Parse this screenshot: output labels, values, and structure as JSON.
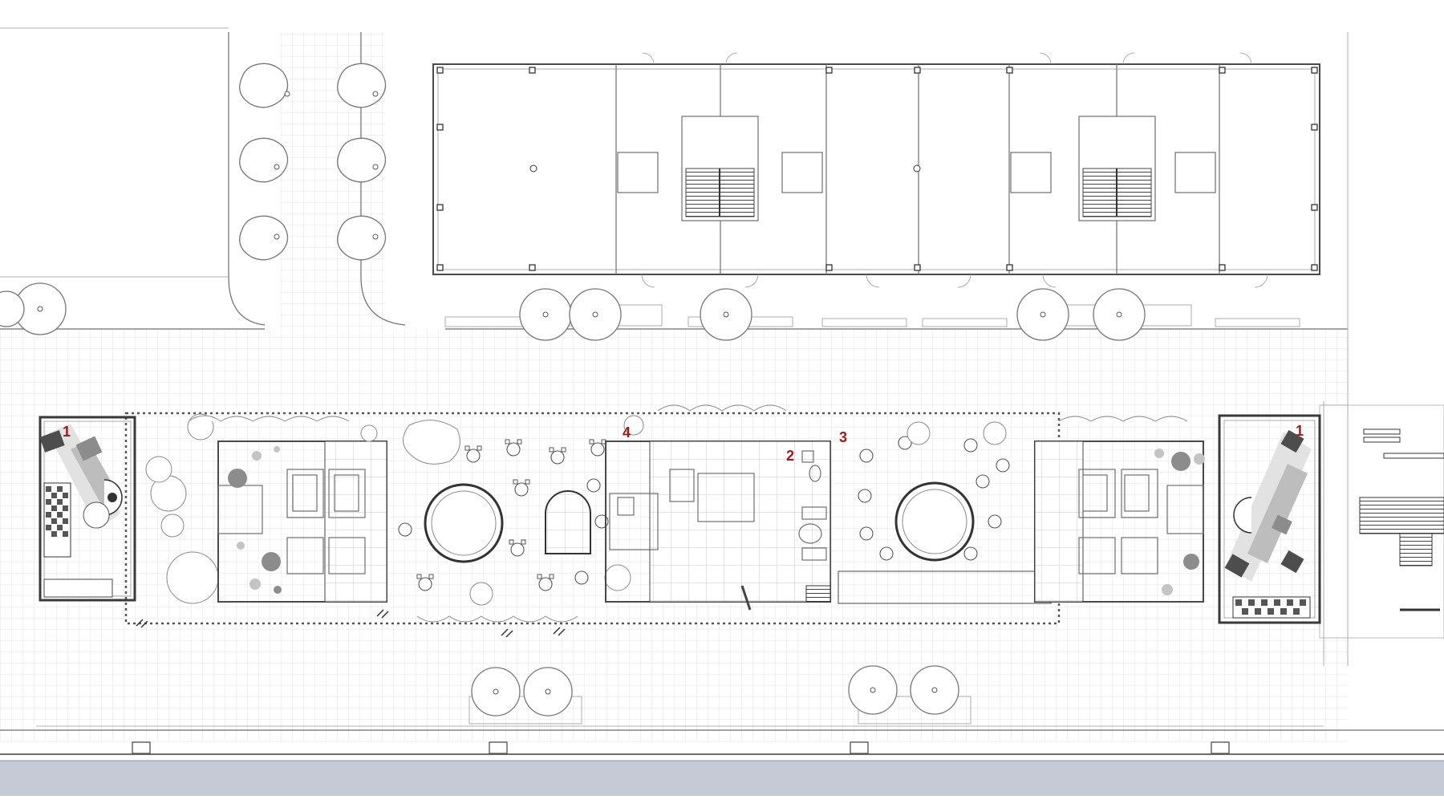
{
  "plan_labels": [
    {
      "id": "label-1-west",
      "text": "1"
    },
    {
      "id": "label-4",
      "text": "4"
    },
    {
      "id": "label-2",
      "text": "2"
    },
    {
      "id": "label-3",
      "text": "3"
    },
    {
      "id": "label-1-east",
      "text": "1"
    }
  ],
  "colors": {
    "label_red": "#9a1b1b",
    "road_band": "#c5cbd6",
    "paving_grid": "#e6e6e6",
    "linework": "#6e6e6e"
  }
}
